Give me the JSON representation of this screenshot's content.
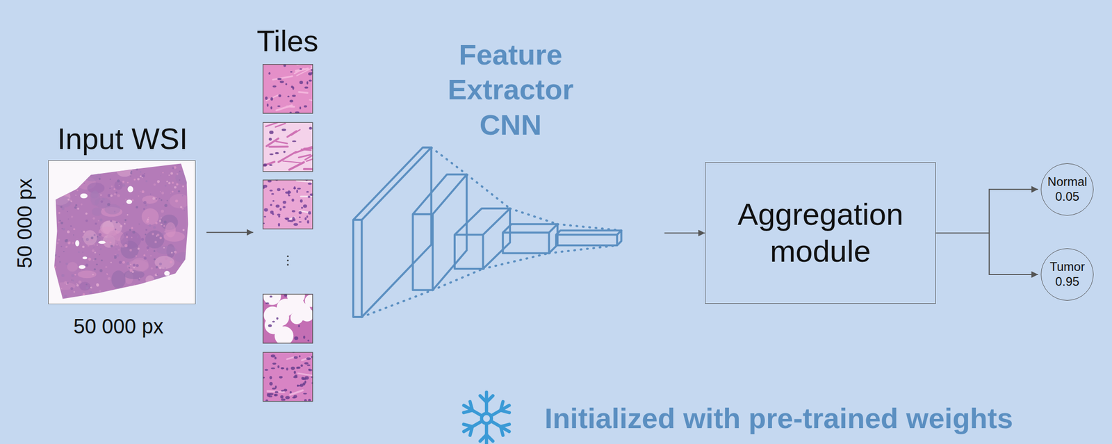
{
  "diagram": {
    "nodes": [
      {
        "text": [
          "Input WSI"
        ]
      },
      {
        "text": [
          "Tiles"
        ]
      },
      {
        "text": [
          "Feature Extractor CNN"
        ]
      },
      {
        "text": [
          "Aggregation module"
        ]
      },
      {
        "text": [
          "Normal",
          "0.05"
        ]
      },
      {
        "text": [
          "Tumor",
          "0.95"
        ]
      }
    ],
    "edges": [
      {
        "from": 0,
        "to": 1,
        "arrow": "to"
      },
      {
        "from": 2,
        "to": 3,
        "arrow": "to"
      },
      {
        "from": 3,
        "to": 4,
        "arrow": "to"
      },
      {
        "from": 3,
        "to": 5,
        "arrow": "to"
      }
    ],
    "labels": [
      "50 000 px",
      "50 000 px",
      "Initialized with pre-trained weights"
    ]
  }
}
